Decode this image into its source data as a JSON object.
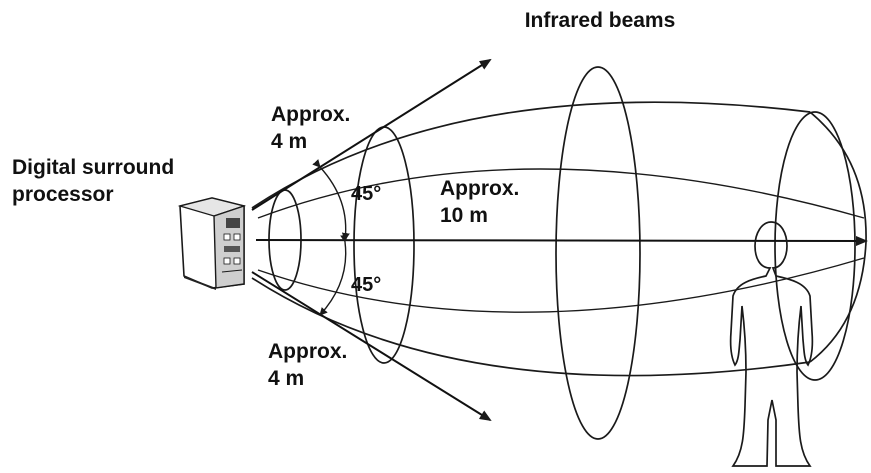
{
  "labels": {
    "title": "Infrared beams",
    "device_line1": "Digital surround",
    "device_line2": "processor",
    "upper_range_line1": "Approx.",
    "upper_range_line2": "4 m",
    "lower_range_line1": "Approx.",
    "lower_range_line2": "4 m",
    "center_range_line1": "Approx.",
    "center_range_line2": "10 m",
    "upper_angle": "45°",
    "lower_angle": "45°"
  },
  "colors": {
    "line": "#1a1a1a",
    "text": "#111111",
    "background": "#ffffff"
  }
}
